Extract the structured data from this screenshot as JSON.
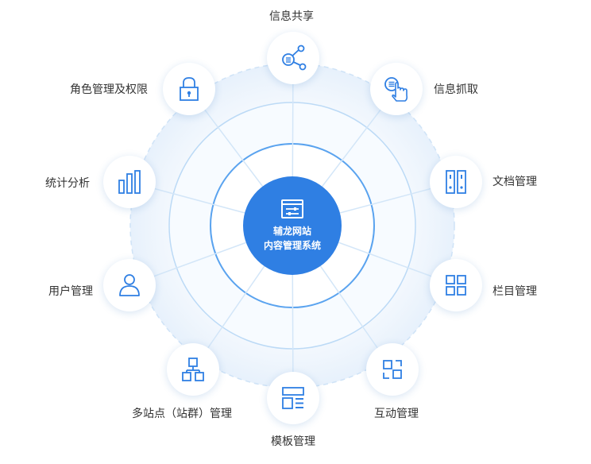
{
  "colors": {
    "accent": "#2f7fe3",
    "ring": "#9cc8f3",
    "spoke": "#d3e6f8"
  },
  "center": {
    "icon": "settings-window-icon",
    "line1": "辅龙网站",
    "line2": "内容管理系统"
  },
  "modules": [
    {
      "label": "信息共享",
      "icon": "share-icon"
    },
    {
      "label": "信息抓取",
      "icon": "pointer-hand-icon"
    },
    {
      "label": "文档管理",
      "icon": "document-folders-icon"
    },
    {
      "label": "栏目管理",
      "icon": "grid-icon"
    },
    {
      "label": "互动管理",
      "icon": "interaction-icon"
    },
    {
      "label": "模板管理",
      "icon": "template-icon"
    },
    {
      "label": "多站点（站群）管理",
      "icon": "sitemap-icon"
    },
    {
      "label": "用户管理",
      "icon": "user-icon"
    },
    {
      "label": "统计分析",
      "icon": "bar-chart-icon"
    },
    {
      "label": "角色管理及权限",
      "icon": "lock-icon"
    }
  ]
}
